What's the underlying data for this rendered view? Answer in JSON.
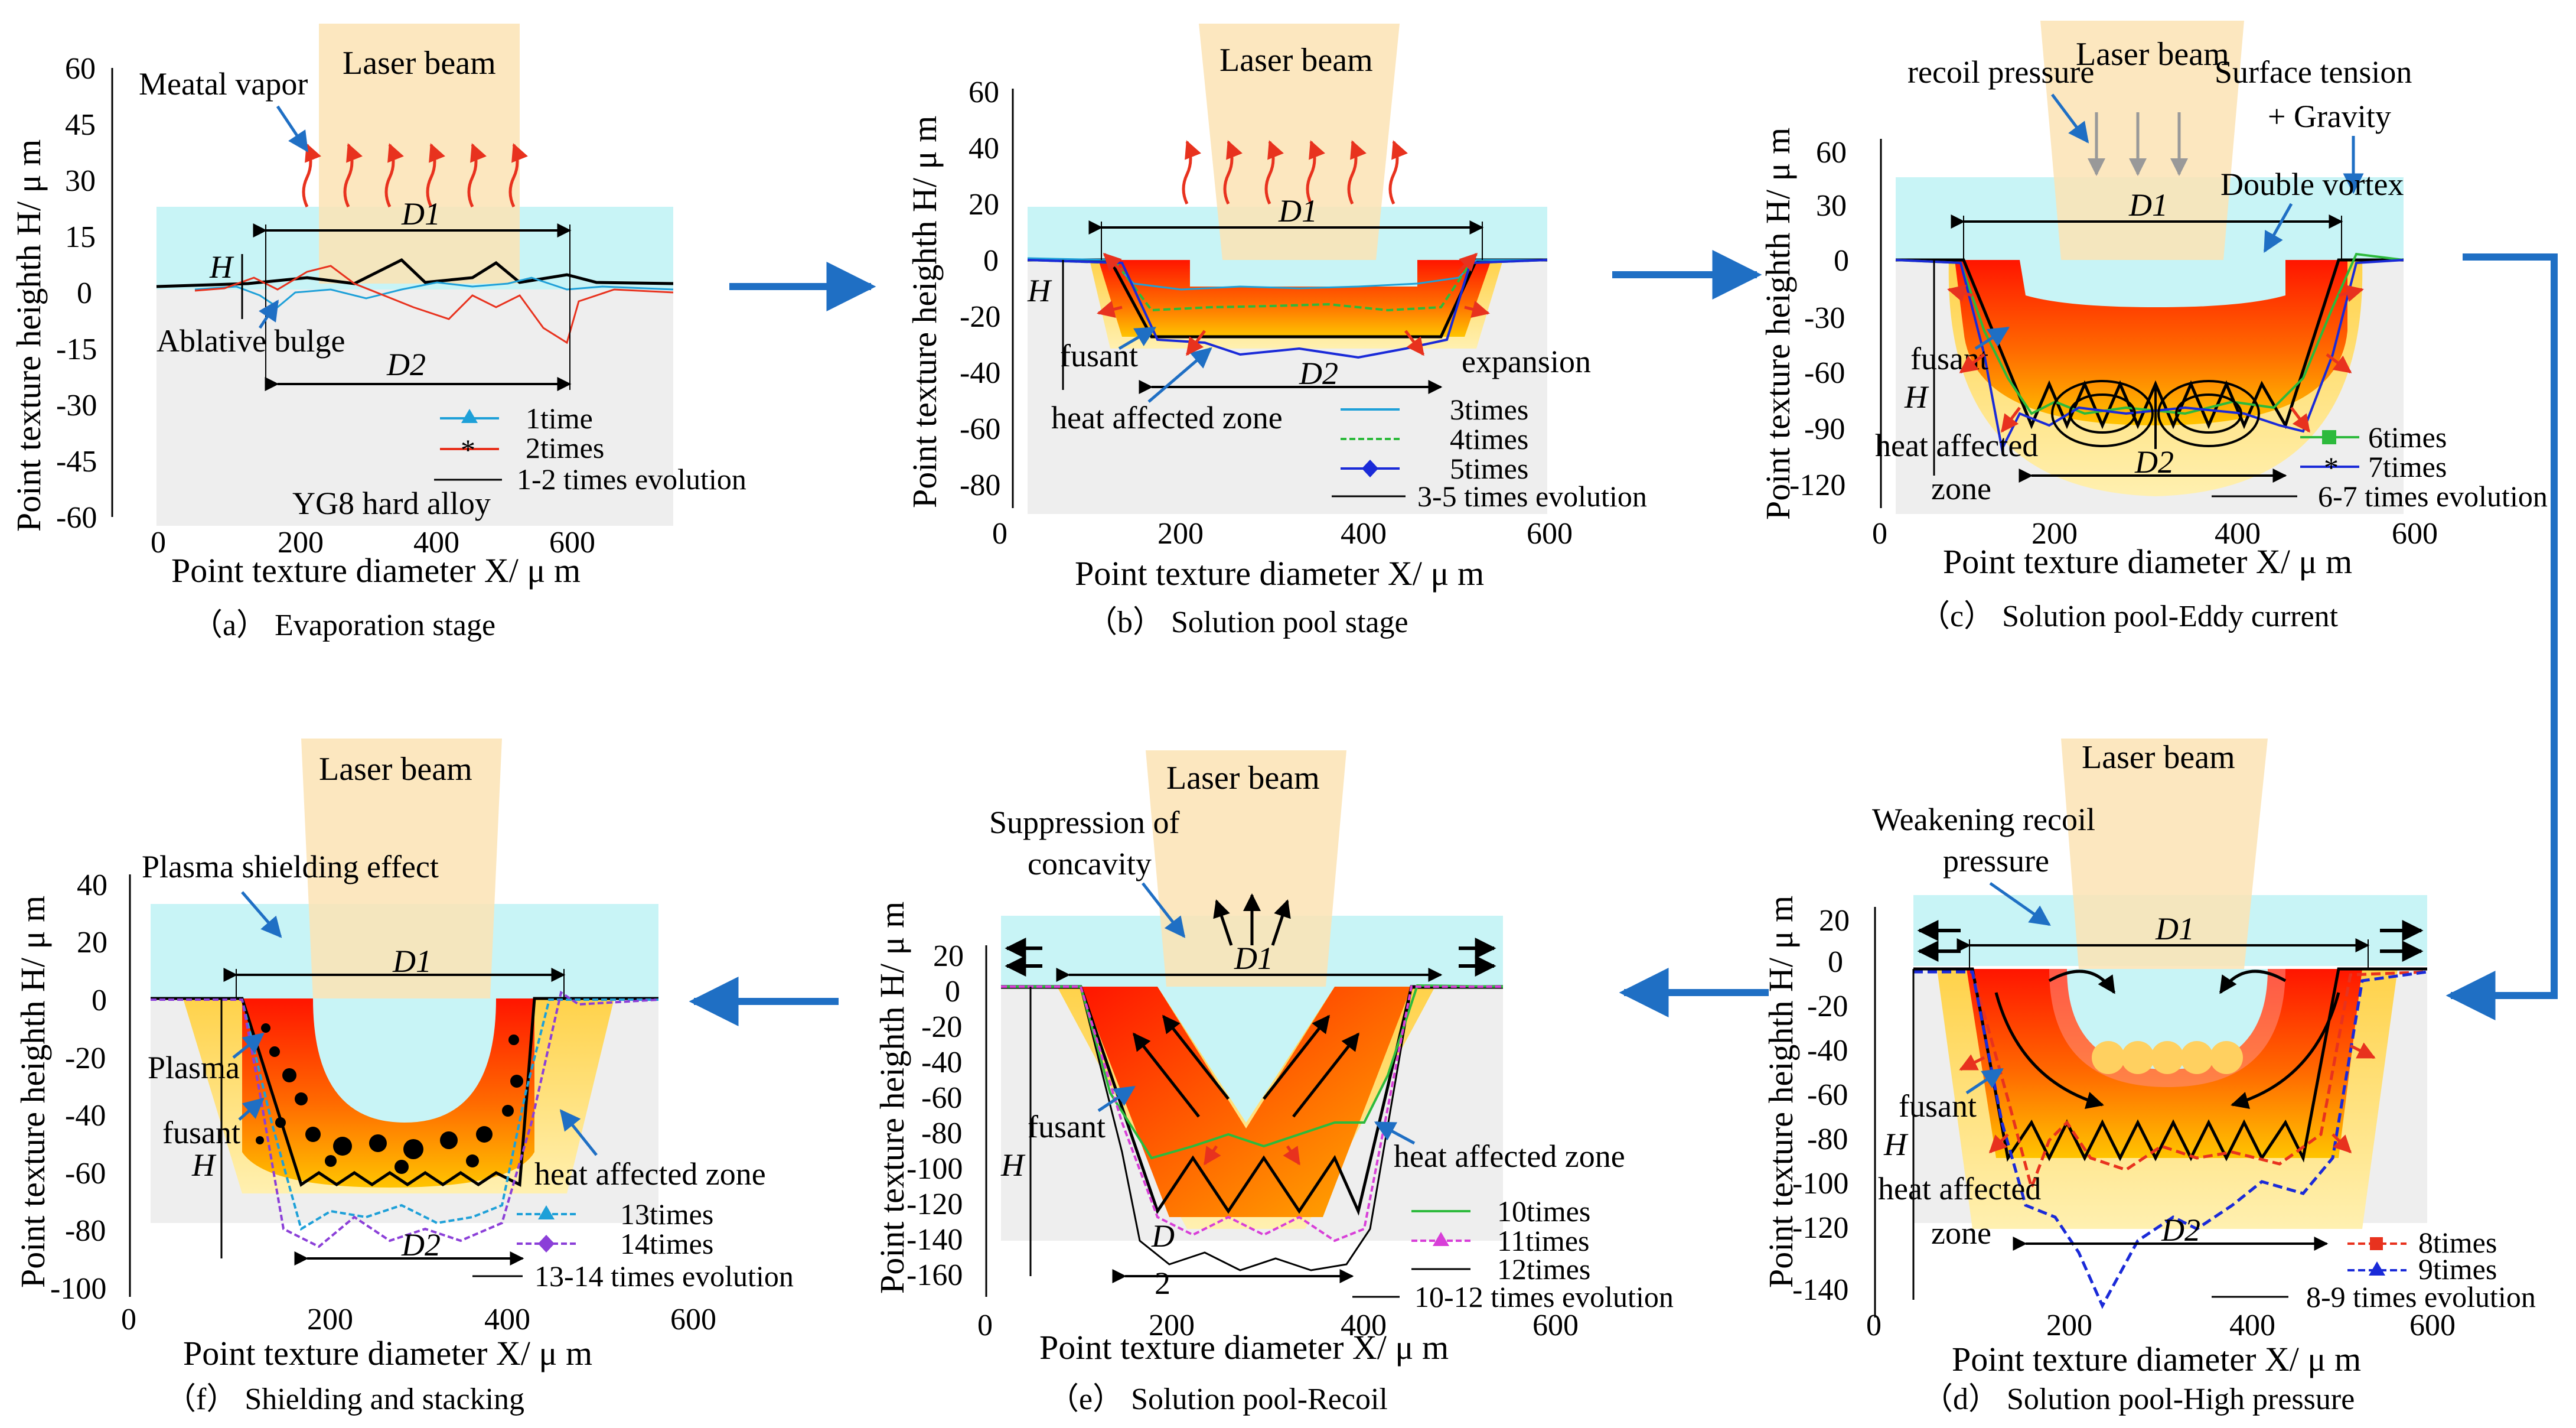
{
  "panels": [
    {
      "id": "a",
      "caption": "（a） Evaporation stage",
      "beam_label": "Laser beam",
      "xlabel": "Point texture diameter X/ μ m",
      "ylabel": "Point texture heighth H/ μ m",
      "xticks": [
        "0",
        "200",
        "400",
        "600"
      ],
      "yticks": [
        "60",
        "45",
        "30",
        "15",
        "0",
        "-15",
        "-30",
        "-45",
        "-60"
      ],
      "annotations": [
        "Meatal vapor",
        "Ablative bulge",
        "YG8 hard alloy",
        "D1",
        "D2",
        "H"
      ],
      "legend": [
        "1time",
        "2times",
        "1-2 times evolution"
      ]
    },
    {
      "id": "b",
      "caption": "（b） Solution pool stage",
      "beam_label": "Laser beam",
      "xlabel": "Point texture diameter X/ μ m",
      "ylabel": "Point texture heighth H/ μ m",
      "xticks": [
        "0",
        "200",
        "400",
        "600"
      ],
      "yticks": [
        "60",
        "40",
        "20",
        "0",
        "-20",
        "-40",
        "-60",
        "-80"
      ],
      "annotations": [
        "fusant",
        "expansion",
        "heat affected zone",
        "D1",
        "D2",
        "H"
      ],
      "legend": [
        "3times",
        "4times",
        "5times",
        "3-5 times evolution"
      ]
    },
    {
      "id": "c",
      "caption": "（c） Solution pool-Eddy current",
      "beam_label": "Laser beam",
      "xlabel": "Point texture diameter X/ μ m",
      "ylabel": "Point texture heighth H/ μ m",
      "xticks": [
        "0",
        "200",
        "400",
        "600"
      ],
      "yticks": [
        "60",
        "30",
        "0",
        "-30",
        "-60",
        "-90",
        "-120"
      ],
      "annotations": [
        "recoil pressure",
        "Surface tension",
        "+ Gravity",
        "Double vortex",
        "fusant",
        "heat affected",
        "zone",
        "D1",
        "D2",
        "H"
      ],
      "legend": [
        "6times",
        "7times",
        "6-7 times evolution"
      ]
    },
    {
      "id": "d",
      "caption": "（d） Solution pool-High pressure",
      "beam_label": "Laser beam",
      "xlabel": "Point texture diameter X/ μ m",
      "ylabel": "Point texture heighth H/ μ m",
      "xticks": [
        "0",
        "200",
        "400",
        "600"
      ],
      "yticks": [
        "20",
        "0",
        "-20",
        "-40",
        "-60",
        "-80",
        "-100",
        "-120",
        "-140"
      ],
      "annotations": [
        "Weakening recoil",
        "pressure",
        "fusant",
        "heat affected",
        "zone",
        "D1",
        "D2",
        "H"
      ],
      "legend": [
        "8times",
        "9times",
        "8-9 times evolution"
      ]
    },
    {
      "id": "e",
      "caption": "（e） Solution pool-Recoil",
      "beam_label": "Laser beam",
      "xlabel": "Point texture diameter X/ μ m",
      "ylabel": "Point texture heighth H/ μ m",
      "xticks": [
        "0",
        "200",
        "400",
        "600"
      ],
      "yticks": [
        "20",
        "0",
        "-20",
        "-40",
        "-60",
        "-80",
        "-100",
        "-120",
        "-140",
        "-160"
      ],
      "annotations": [
        "Suppression of",
        "concavity",
        "fusant",
        "heat affected zone",
        "D1",
        "D",
        "2",
        "H"
      ],
      "legend": [
        "10times",
        "11times",
        "12times",
        "10-12 times evolution"
      ]
    },
    {
      "id": "f",
      "caption": "（f） Shielding and stacking",
      "beam_label": "Laser beam",
      "xlabel": "Point texture diameter X/ μ m",
      "ylabel": "Point texture heighth H/ μ m",
      "xticks": [
        "0",
        "200",
        "400",
        "600"
      ],
      "yticks": [
        "40",
        "20",
        "0",
        "-20",
        "-40",
        "-60",
        "-80",
        "-100"
      ],
      "annotations": [
        "Plasma shielding effect",
        "Plasma",
        "fusant",
        "heat affected zone",
        "D1",
        "D2",
        "H"
      ],
      "legend": [
        "13times",
        "14times",
        "13-14 times evolution"
      ]
    }
  ],
  "colors": {
    "beam": "#fbe3b4",
    "cyan_zone": "#c8f4f6",
    "substrate": "#eeeeee",
    "melt_red": "#ff1a00",
    "melt_orange": "#ffb000",
    "flow_arrow": "#1f6fc4",
    "red_arrow": "#e8321e"
  }
}
